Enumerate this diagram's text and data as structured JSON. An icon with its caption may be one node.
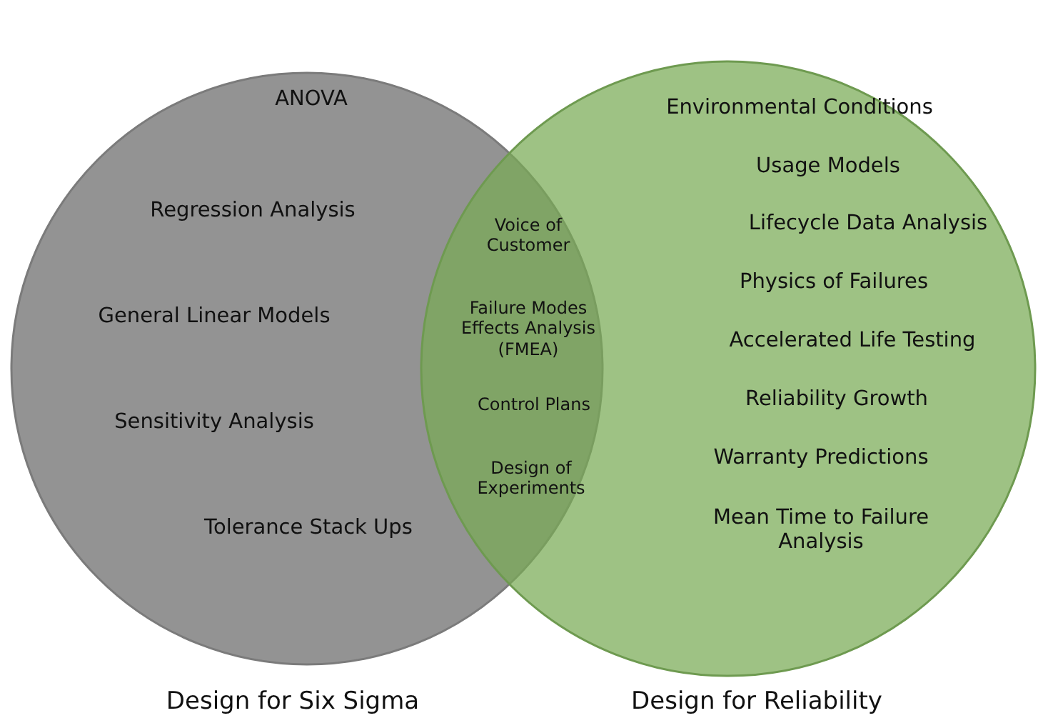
{
  "diagram": {
    "nodes": [
      {
        "text": [
          "Design for Six Sigma"
        ]
      },
      {
        "text": [
          "Design for Reliability"
        ]
      }
    ],
    "labels": [
      "ANOVA",
      "Regression Analysis",
      "General Linear Models",
      "Sensitivity Analysis",
      "Tolerance Stack Ups",
      "Voice of Customer",
      "Failure Modes Effects Analysis (FMEA)",
      "Control Plans",
      "Design of Experiments",
      "Environmental Conditions",
      "Usage Models",
      "Lifecycle Data Analysis",
      "Physics of Failures",
      "Accelerated Life Testing",
      "Reliability Growth",
      "Warranty Predictions",
      "Mean Time to Failure Analysis"
    ]
  }
}
